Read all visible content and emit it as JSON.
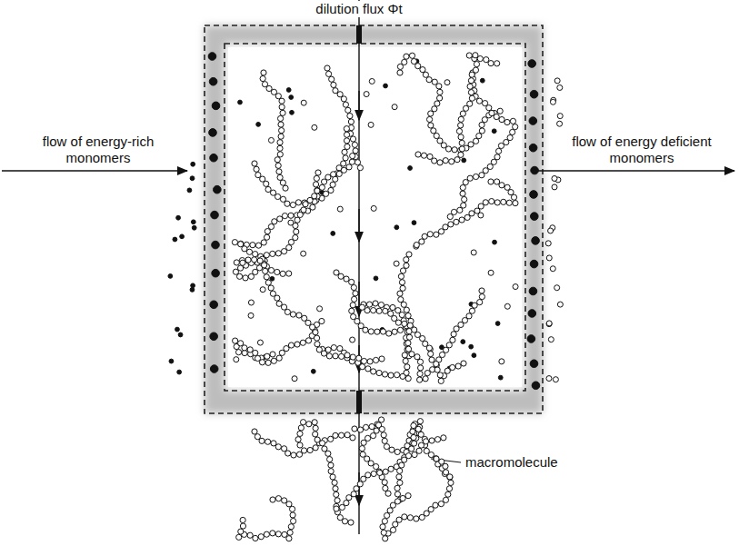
{
  "diagram": {
    "labels": [
      "dilution flux Φt",
      "flow of energy-rich monomers",
      "flow of energy deficient monomers",
      "macromolecule"
    ]
  }
}
